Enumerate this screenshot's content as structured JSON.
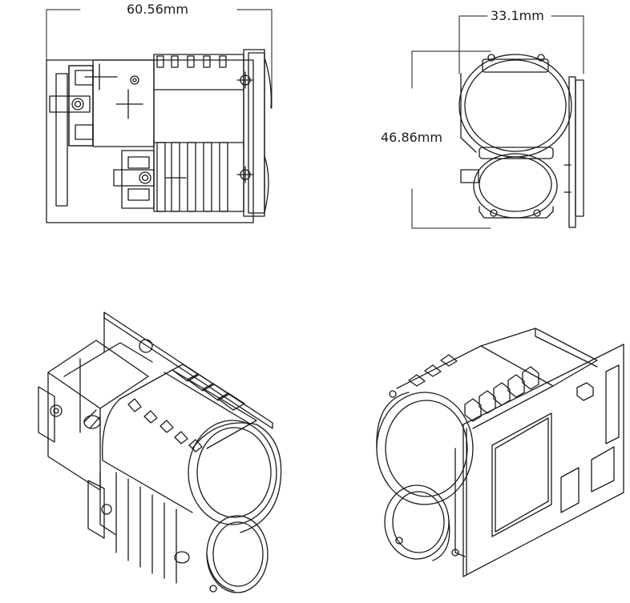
{
  "dimensions": {
    "length": "60.56mm",
    "width": "33.1mm",
    "height": "46.86mm"
  },
  "colors": {
    "line": "#1a1a1a",
    "background": "#ffffff"
  }
}
